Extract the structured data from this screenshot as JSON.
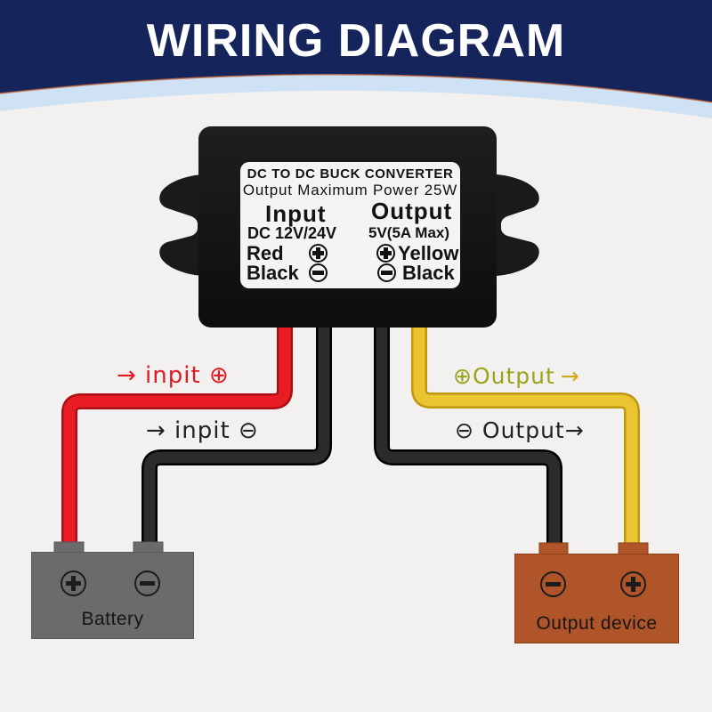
{
  "header": {
    "title": "WIRING DIAGRAM",
    "banner_color": "#15255b",
    "band_color": "#cfe2f5"
  },
  "converter": {
    "name": "DC TO DC BUCK CONVERTER",
    "subtitle": "Output Maximum Power 25W",
    "input": {
      "heading": "Input",
      "spec": "DC 12V/24V",
      "positive_wire_name": "Red",
      "negative_wire_name": "Black",
      "positive_symbol": "plus",
      "negative_symbol": "minus"
    },
    "output": {
      "heading": "Output",
      "spec": "5V(5A Max)",
      "positive_wire_name": "Yellow",
      "negative_wire_name": "Black",
      "positive_symbol": "plus",
      "negative_symbol": "minus"
    }
  },
  "wire_labels": {
    "input_positive": {
      "text": "→ inpit ⊕",
      "color": "#e01b22"
    },
    "input_negative": {
      "text": "→ inpit ⊖",
      "color": "#222222"
    },
    "output_positive": {
      "text": "⊕Output",
      "arrow": "→",
      "text_color": "#9aa41c",
      "arrow_color": "#d1a90e"
    },
    "output_negative": {
      "text": "⊖ Output→",
      "color": "#222222"
    }
  },
  "wires": {
    "input_positive_color": "#e81c22",
    "input_negative_color": "#212121",
    "output_positive_color": "#eac431",
    "output_negative_color": "#212121"
  },
  "battery": {
    "label": "Battery",
    "body_color": "#6b6b6b",
    "terminals": [
      "plus",
      "minus"
    ]
  },
  "output_device": {
    "label": "Output device",
    "body_color": "#b0542a",
    "terminals": [
      "minus",
      "plus"
    ]
  }
}
